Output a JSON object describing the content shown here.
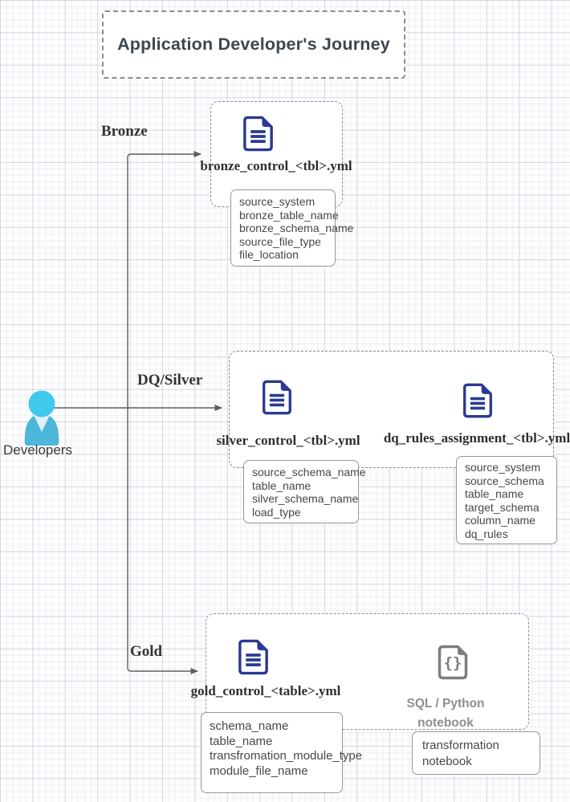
{
  "title": "Application Developer's Journey",
  "actor": {
    "label": "Developers"
  },
  "stages": {
    "bronze": {
      "label": "Bronze",
      "file_label": "bronze_control_<tbl>.yml",
      "fields": [
        "source_system",
        "bronze_table_name",
        "bronze_schema_name",
        "source_file_type",
        "file_location"
      ]
    },
    "silver": {
      "label": "DQ/Silver",
      "file_label": "silver_control_<tbl>.yml",
      "fields": [
        "source_schema_name",
        "table_name",
        "silver_schema_name",
        "load_type"
      ],
      "dq_file_label": "dq_rules_assignment_<tbl>.yml",
      "dq_fields": [
        "source_system",
        "source_schema",
        "table_name",
        "target_schema",
        "column_name",
        "dq_rules"
      ]
    },
    "gold": {
      "label": "Gold",
      "file_label": "gold_control_<table>.yml",
      "fields": [
        "schema_name",
        "table_name",
        "transfromation_module_type",
        "module_file_name"
      ],
      "notebook_label_line1": "SQL / Python",
      "notebook_label_line2": "notebook",
      "notebook_note": "transformation notebook"
    }
  },
  "colors": {
    "document_icon": "#2b3a92",
    "notebook_icon": "#7d7d7d",
    "connector": "#5e5e5e",
    "person_head": "#40c9ec",
    "person_body": "#4cb7d8",
    "person_collar": "#e1f0f7",
    "title_text": "#3d4650"
  }
}
